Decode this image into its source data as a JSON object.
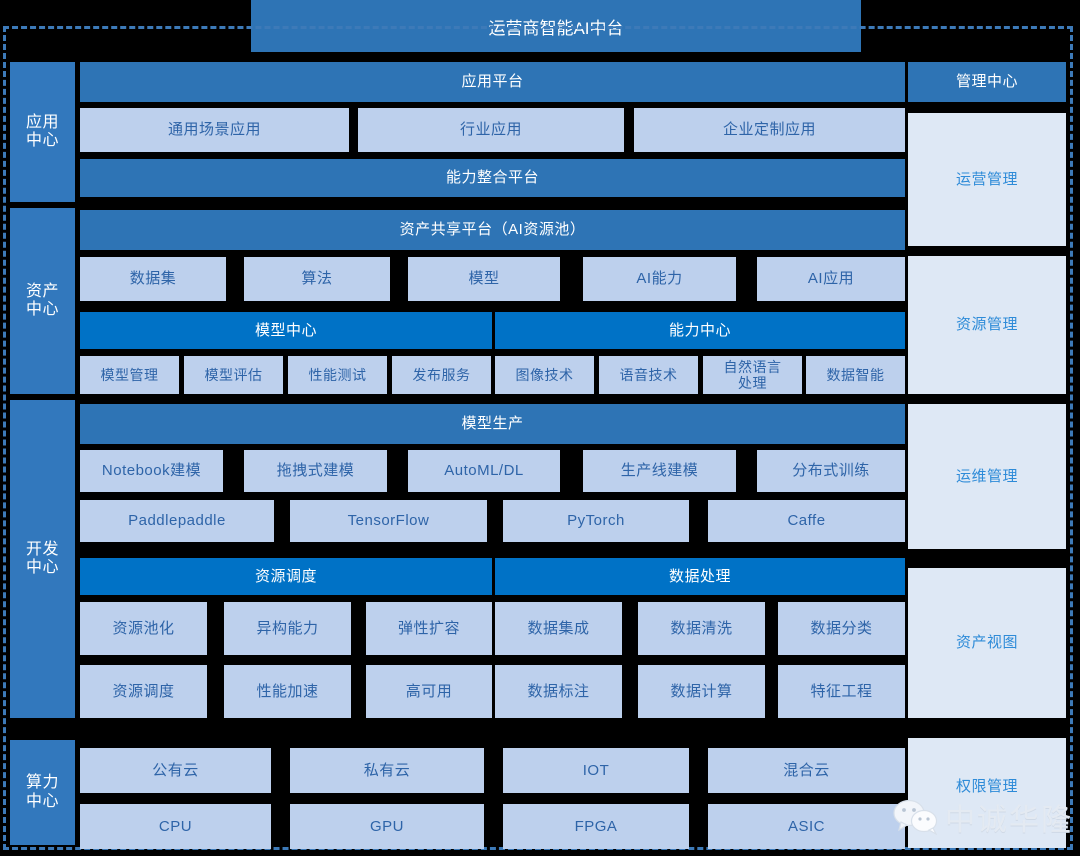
{
  "diagram": {
    "title": "运营商智能AI中台",
    "colors": {
      "banner_medium": "#2E74B5",
      "banner_deep": "#0072C6",
      "chip_light": "#BDD0ED",
      "right_panel": "#DEE8F5",
      "spine": "#3278BD",
      "frame_dashed": "#3D7AB8",
      "background": "#000000"
    },
    "watermark": {
      "text": "中诚华隆",
      "icon": "wechat-icon"
    },
    "spine": [
      {
        "label": "应用\n中心"
      },
      {
        "label": "资产\n中心"
      },
      {
        "label": "开发\n中心"
      },
      {
        "label": "算力\n中心"
      }
    ],
    "application_center": {
      "platform_banner": "应用平台",
      "apps": [
        "通用场景应用",
        "行业应用",
        "企业定制应用"
      ],
      "integration_banner": "能力整合平台"
    },
    "asset_center": {
      "share_banner": "资产共享平台（AI资源池）",
      "assets": [
        "数据集",
        "算法",
        "模型",
        "AI能力",
        "AI应用"
      ],
      "model_center": {
        "banner": "模型中心",
        "items": [
          "模型管理",
          "模型评估",
          "性能测试",
          "发布服务"
        ]
      },
      "capability_center": {
        "banner": "能力中心",
        "items": [
          "图像技术",
          "语音技术",
          "自然语言\n处理",
          "数据智能"
        ]
      }
    },
    "dev_center": {
      "production_banner": "模型生产",
      "modeling": [
        "Notebook建模",
        "拖拽式建模",
        "AutoML/DL",
        "生产线建模",
        "分布式训练"
      ],
      "frameworks": [
        "Paddlepaddle",
        "TensorFlow",
        "PyTorch",
        "Caffe"
      ],
      "resource_scheduling": {
        "banner": "资源调度",
        "row1": [
          "资源池化",
          "异构能力",
          "弹性扩容"
        ],
        "row2": [
          "资源调度",
          "性能加速",
          "高可用"
        ]
      },
      "data_processing": {
        "banner": "数据处理",
        "row1": [
          "数据集成",
          "数据清洗",
          "数据分类"
        ],
        "row2": [
          "数据标注",
          "数据计算",
          "特征工程"
        ]
      }
    },
    "compute_center": {
      "clouds": [
        "公有云",
        "私有云",
        "IOT",
        "混合云"
      ],
      "chips": [
        "CPU",
        "GPU",
        "FPGA",
        "ASIC"
      ]
    },
    "management_center": {
      "header": "管理中心",
      "panels": [
        "运营管理",
        "资源管理",
        "运维管理",
        "资产视图",
        "权限管理"
      ]
    }
  }
}
